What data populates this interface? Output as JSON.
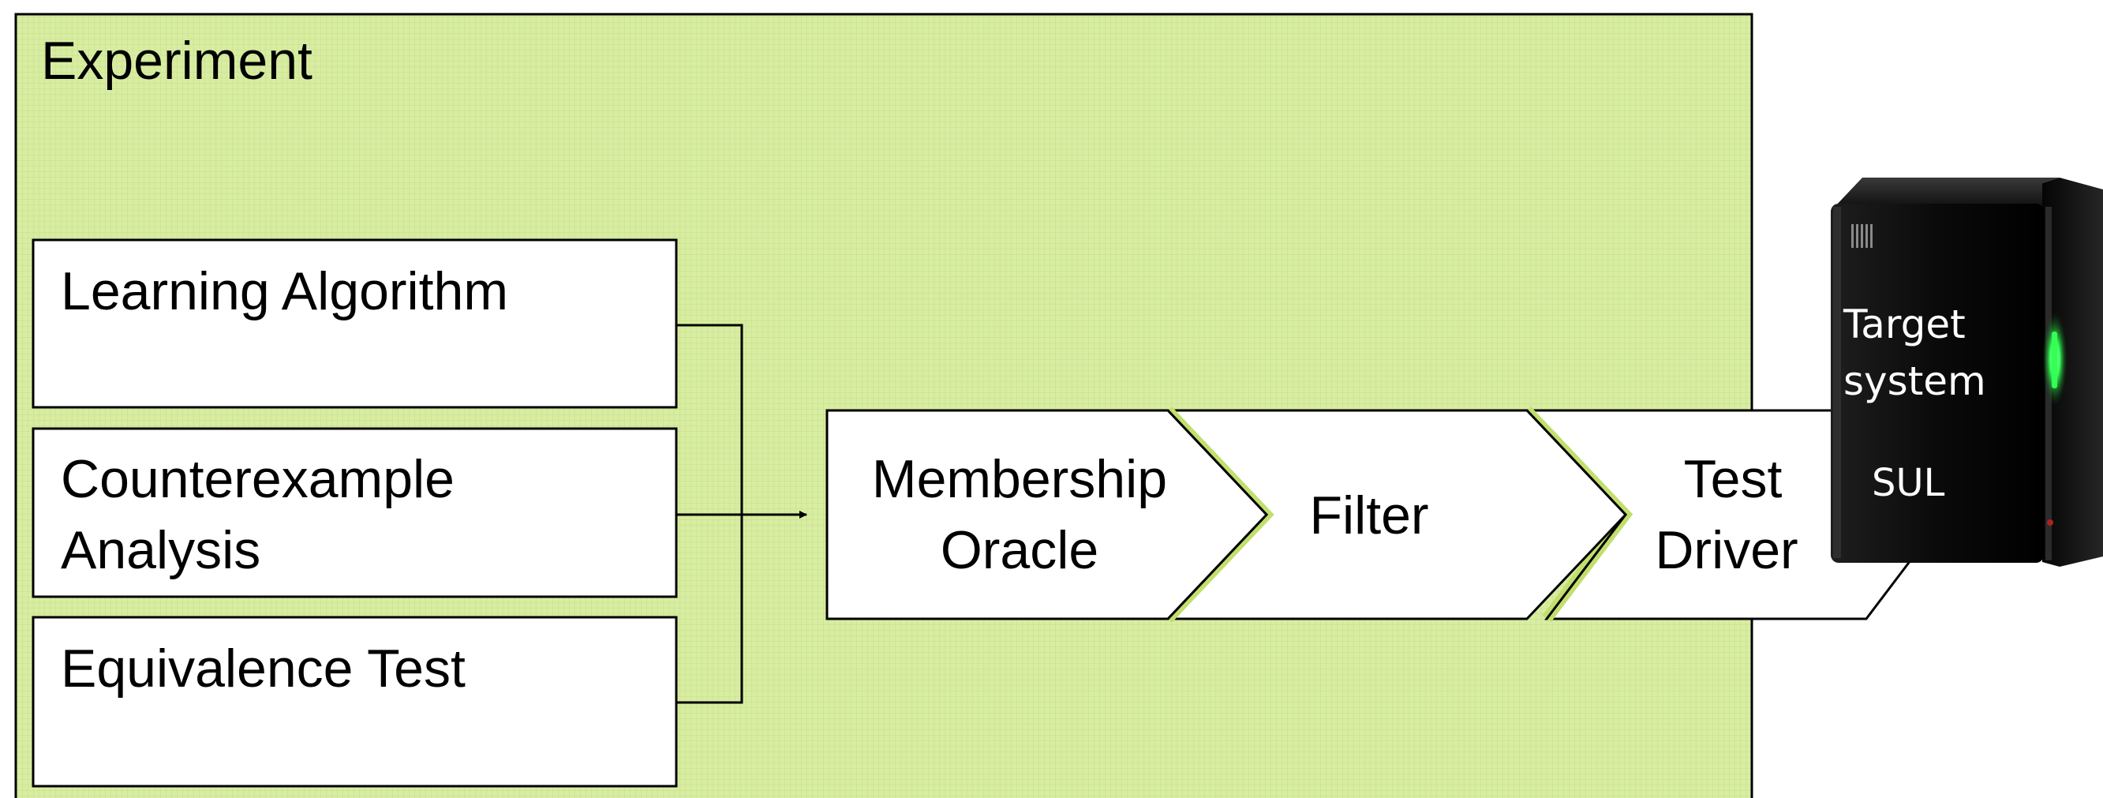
{
  "experiment": {
    "title": "Experiment",
    "fill": "#d7ec9e"
  },
  "components": {
    "learning_algorithm": "Learning Algorithm",
    "counterexample_line1": "Counterexample",
    "counterexample_line2": "Analysis",
    "equivalence_test": "Equivalence Test"
  },
  "pipeline": {
    "membership_line1": "Membership",
    "membership_line2": "Oracle",
    "filter": "Filter",
    "test_driver_line1": "Test",
    "test_driver_line2": "Driver"
  },
  "server": {
    "label_line1": "Target",
    "label_line2": "system",
    "label_line3": "SUL",
    "led_color": "#33ff55"
  }
}
